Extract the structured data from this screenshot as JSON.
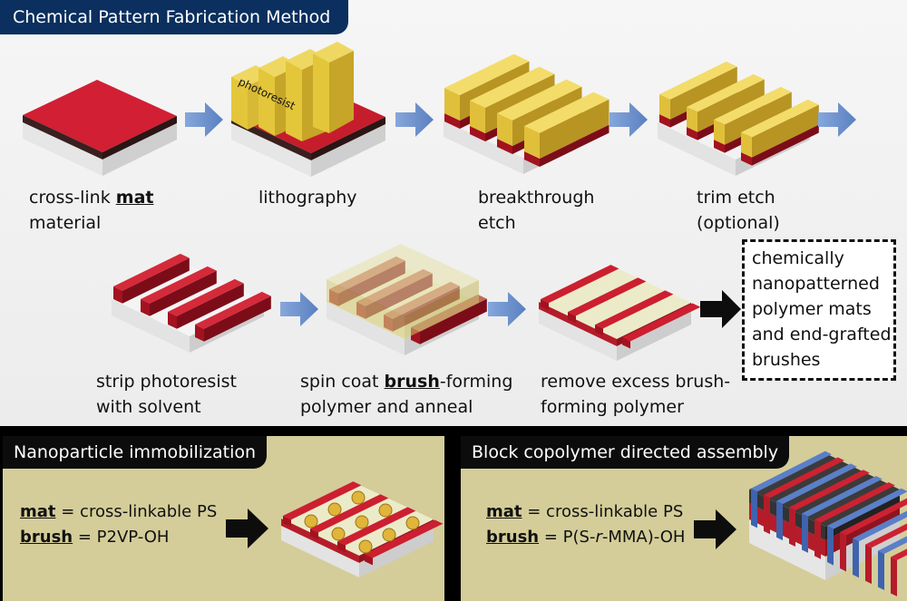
{
  "title": "Chemical Pattern Fabrication Method",
  "steps": [
    {
      "line1_pre": "cross-link ",
      "line1_bold": "mat",
      "line2": "material"
    },
    {
      "line1": "lithography"
    },
    {
      "line1": "breakthrough",
      "line2": "etch"
    },
    {
      "line1": "trim etch",
      "line2": "(optional)"
    },
    {
      "line1": "strip photoresist",
      "line2": "with solvent"
    },
    {
      "line1_pre": "spin coat ",
      "line1_bold": "brush",
      "line1_post": "-forming",
      "line2": "polymer and anneal"
    },
    {
      "line1": "remove excess brush-",
      "line2": "forming polymer"
    }
  ],
  "photoresist_label": "photoresist",
  "result_text": "chemically nanopatterned polymer mats and end-grafted brushes",
  "panels": [
    {
      "title": "Nanoparticle immobilization",
      "mat_key": "mat",
      "mat_value": " = cross-linkable PS",
      "brush_key": "brush",
      "brush_value": " = P2VP-OH"
    },
    {
      "title": "Block copolymer directed assembly",
      "mat_key": "mat",
      "mat_value": " = cross-linkable PS",
      "brush_key": "brush",
      "brush_value_pre": " = P(S-",
      "brush_value_italic": "r",
      "brush_value_post": "-MMA)-OH"
    }
  ],
  "colors": {
    "header_bg": "#0b2f5e",
    "arrow_blue": "#6f94cf",
    "mat_red": "#c8202e",
    "resist_yellow": "#e3c63a",
    "panel_khaki": "#d4cd99"
  }
}
